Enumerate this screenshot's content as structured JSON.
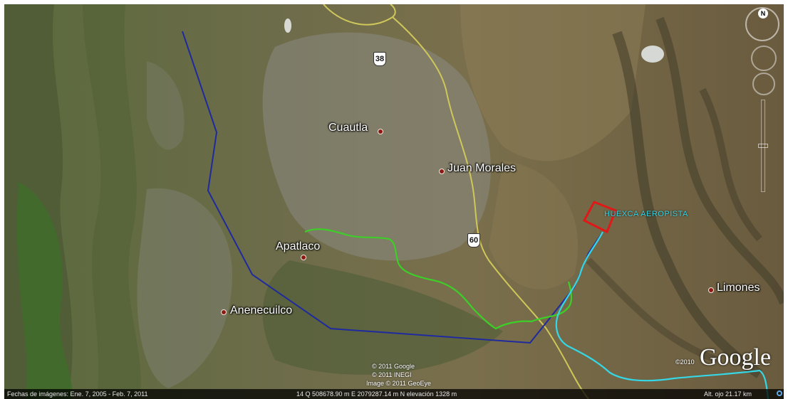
{
  "places": {
    "cuautla": "Cuautla",
    "juan_morales": "Juan Morales",
    "apatlaco": "Apatlaco",
    "anenecuilco": "Anenecuilco",
    "limones": "Limones"
  },
  "airport_label": "HUEXCA AEROPISTA",
  "highway_shields": {
    "h38": "38",
    "h60": "60"
  },
  "credits": {
    "line1": "© 2011 Google",
    "line2": "© 2011 INEGI",
    "line3": "Image © 2011 GeoEye"
  },
  "google_logo": "Google",
  "google_year": "©2010",
  "status_bar": {
    "imagery_dates": "Fechas de imágenes: Ene. 7, 2005 - Feb. 7, 2011",
    "coordinates": "14 Q 508678.90 m E 2079287.14 m N  elevación 1328 m",
    "eye_altitude": "Alt. ojo   21.17 km"
  },
  "compass_letter": "N",
  "colors": {
    "blue_route": "#1f2a9e",
    "green_route": "#3ccf28",
    "cyan_route": "#35d7e6",
    "yellow_road": "#cfc75a",
    "airport_outline": "#e01818"
  },
  "icons": [
    "north-compass-icon",
    "look-joystick-icon",
    "move-joystick-icon",
    "zoom-slider-icon",
    "search-icon"
  ]
}
